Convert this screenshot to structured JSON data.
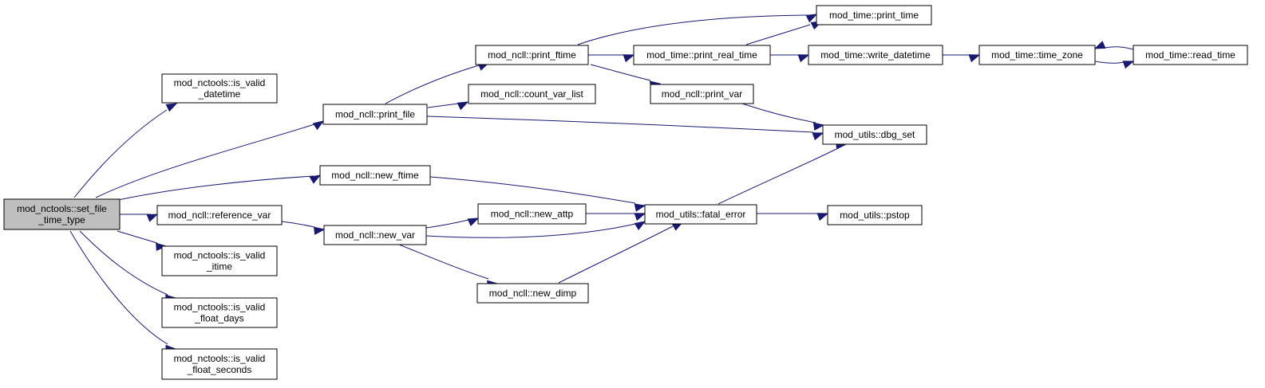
{
  "diagram": {
    "type": "call-graph",
    "colors": {
      "edge": "#191970",
      "root_fill": "#bfbfbf",
      "node_fill": "#ffffff",
      "border": "#000000"
    },
    "nodes": [
      {
        "id": "set_file_time_type",
        "lines": [
          "mod_nctools::set_file",
          "_time_type"
        ],
        "root": true
      },
      {
        "id": "is_valid_datetime",
        "lines": [
          "mod_nctools::is_valid",
          "_datetime"
        ]
      },
      {
        "id": "print_file",
        "lines": [
          "mod_ncll::print_file"
        ]
      },
      {
        "id": "new_ftime",
        "lines": [
          "mod_ncll::new_ftime"
        ]
      },
      {
        "id": "reference_var",
        "lines": [
          "mod_ncll::reference_var"
        ]
      },
      {
        "id": "is_valid_itime",
        "lines": [
          "mod_nctools::is_valid",
          "_itime"
        ]
      },
      {
        "id": "is_valid_float_days",
        "lines": [
          "mod_nctools::is_valid",
          "_float_days"
        ]
      },
      {
        "id": "is_valid_float_seconds",
        "lines": [
          "mod_nctools::is_valid",
          "_float_seconds"
        ]
      },
      {
        "id": "print_ftime",
        "lines": [
          "mod_ncll::print_ftime"
        ]
      },
      {
        "id": "count_var_list",
        "lines": [
          "mod_ncll::count_var_list"
        ]
      },
      {
        "id": "new_var",
        "lines": [
          "mod_ncll::new_var"
        ]
      },
      {
        "id": "new_attp",
        "lines": [
          "mod_ncll::new_attp"
        ]
      },
      {
        "id": "new_dimp",
        "lines": [
          "mod_ncll::new_dimp"
        ]
      },
      {
        "id": "print_real_time",
        "lines": [
          "mod_time::print_real_time"
        ]
      },
      {
        "id": "print_var",
        "lines": [
          "mod_ncll::print_var"
        ]
      },
      {
        "id": "fatal_error",
        "lines": [
          "mod_utils::fatal_error"
        ]
      },
      {
        "id": "print_time",
        "lines": [
          "mod_time::print_time"
        ]
      },
      {
        "id": "dbg_set",
        "lines": [
          "mod_utils::dbg_set"
        ]
      },
      {
        "id": "write_datetime",
        "lines": [
          "mod_time::write_datetime"
        ]
      },
      {
        "id": "pstop",
        "lines": [
          "mod_utils::pstop"
        ]
      },
      {
        "id": "time_zone",
        "lines": [
          "mod_time::time_zone"
        ]
      },
      {
        "id": "read_time",
        "lines": [
          "mod_time::read_time"
        ]
      }
    ],
    "edges": [
      {
        "from": "set_file_time_type",
        "to": "is_valid_datetime"
      },
      {
        "from": "set_file_time_type",
        "to": "print_file"
      },
      {
        "from": "set_file_time_type",
        "to": "new_ftime"
      },
      {
        "from": "set_file_time_type",
        "to": "reference_var"
      },
      {
        "from": "set_file_time_type",
        "to": "is_valid_itime"
      },
      {
        "from": "set_file_time_type",
        "to": "is_valid_float_days"
      },
      {
        "from": "set_file_time_type",
        "to": "is_valid_float_seconds"
      },
      {
        "from": "print_file",
        "to": "print_ftime"
      },
      {
        "from": "print_file",
        "to": "count_var_list"
      },
      {
        "from": "print_file",
        "to": "dbg_set"
      },
      {
        "from": "print_ftime",
        "to": "print_time"
      },
      {
        "from": "print_ftime",
        "to": "print_real_time"
      },
      {
        "from": "print_ftime",
        "to": "print_var"
      },
      {
        "from": "print_real_time",
        "to": "print_time"
      },
      {
        "from": "print_real_time",
        "to": "write_datetime"
      },
      {
        "from": "write_datetime",
        "to": "time_zone"
      },
      {
        "from": "time_zone",
        "to": "read_time"
      },
      {
        "from": "read_time",
        "to": "time_zone"
      },
      {
        "from": "print_var",
        "to": "dbg_set"
      },
      {
        "from": "new_ftime",
        "to": "fatal_error"
      },
      {
        "from": "reference_var",
        "to": "new_var"
      },
      {
        "from": "new_var",
        "to": "new_attp"
      },
      {
        "from": "new_var",
        "to": "fatal_error"
      },
      {
        "from": "new_var",
        "to": "new_dimp"
      },
      {
        "from": "new_attp",
        "to": "fatal_error"
      },
      {
        "from": "new_dimp",
        "to": "fatal_error"
      },
      {
        "from": "fatal_error",
        "to": "dbg_set"
      },
      {
        "from": "fatal_error",
        "to": "pstop"
      }
    ]
  }
}
